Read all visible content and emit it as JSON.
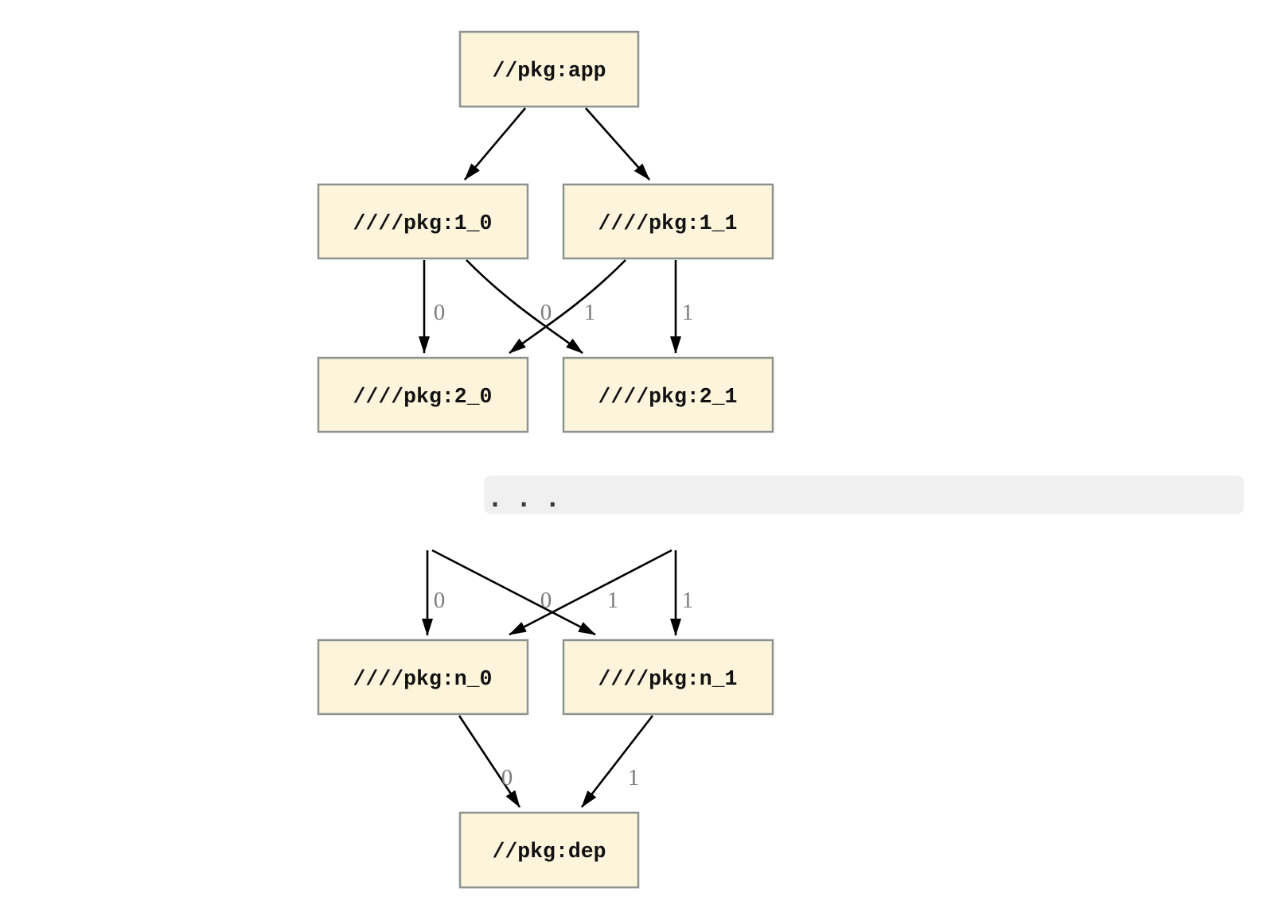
{
  "colors": {
    "background": "#ffffff",
    "node_fill": "#fcf4db",
    "node_border": "#8d9390",
    "node_text": "#111111",
    "edge": "#000000",
    "edge_label": "#7c7c7c",
    "band_fill": "#f0f0f0",
    "band_dots": "#3a3a3a"
  },
  "nodes": {
    "app": {
      "label": "//pkg:app"
    },
    "l1_0": {
      "label": "////pkg:1_0"
    },
    "l1_1": {
      "label": "////pkg:1_1"
    },
    "l2_0": {
      "label": "////pkg:2_0"
    },
    "l2_1": {
      "label": "////pkg:2_1"
    },
    "ln_0": {
      "label": "////pkg:n_0"
    },
    "ln_1": {
      "label": "////pkg:n_1"
    },
    "dep": {
      "label": "//pkg:dep"
    }
  },
  "band": {
    "ellipsis": ". . ."
  },
  "edge_labels": {
    "e1_0_to_2_0": "0",
    "e1_1_to_2_0": "0",
    "e1_0_to_2_1": "1",
    "e1_1_to_2_1": "1",
    "hidden_to_n_0": "0",
    "hidden_cross_to_n_0": "0",
    "hidden_cross_to_n_1": "1",
    "hidden_to_n_1": "1",
    "n_0_to_dep": "0",
    "n_1_to_dep": "1"
  },
  "graph": {
    "edges": [
      {
        "from": "//pkg:app",
        "to": "////pkg:1_0",
        "label": ""
      },
      {
        "from": "//pkg:app",
        "to": "////pkg:1_1",
        "label": ""
      },
      {
        "from": "////pkg:1_0",
        "to": "////pkg:2_0",
        "label": "0"
      },
      {
        "from": "////pkg:1_0",
        "to": "////pkg:2_1",
        "label": "1"
      },
      {
        "from": "////pkg:1_1",
        "to": "////pkg:2_0",
        "label": "0"
      },
      {
        "from": "////pkg:1_1",
        "to": "////pkg:2_1",
        "label": "1"
      },
      {
        "from": "...",
        "to": "////pkg:n_0",
        "label": "0"
      },
      {
        "from": "...",
        "to": "////pkg:n_1",
        "label": "1"
      },
      {
        "from": "...",
        "to": "////pkg:n_0",
        "label": "0"
      },
      {
        "from": "...",
        "to": "////pkg:n_1",
        "label": "1"
      },
      {
        "from": "////pkg:n_0",
        "to": "//pkg:dep",
        "label": "0"
      },
      {
        "from": "////pkg:n_1",
        "to": "//pkg:dep",
        "label": "1"
      }
    ]
  }
}
